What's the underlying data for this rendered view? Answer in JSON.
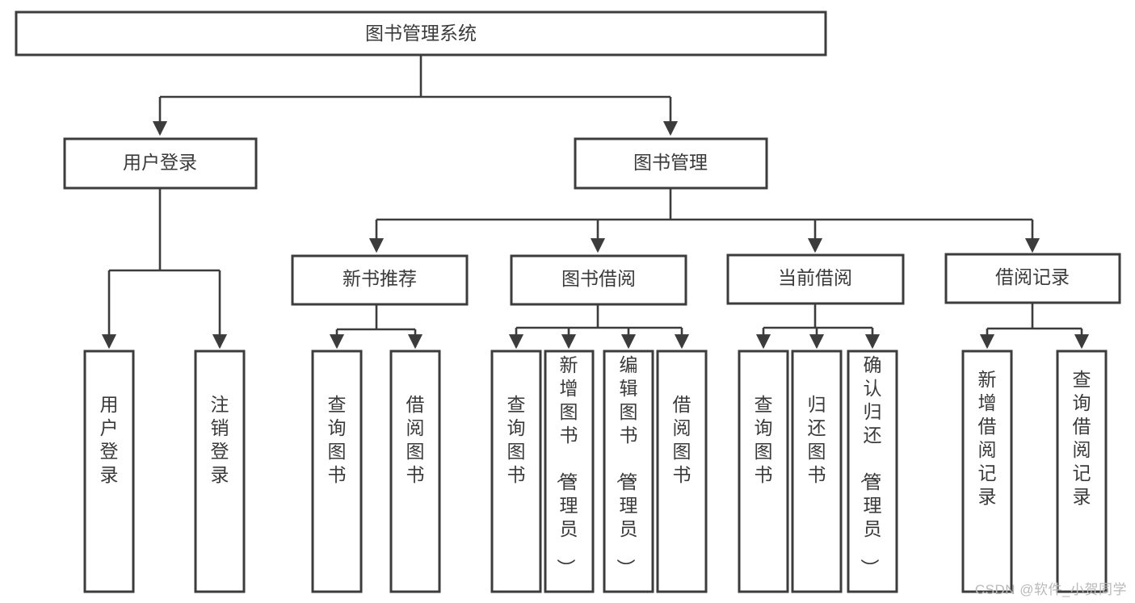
{
  "diagram": {
    "type": "tree",
    "orientation": "top-down",
    "title": "图书管理系统",
    "colors": {
      "box_stroke": "#3c3c3c",
      "box_fill": "#ffffff",
      "text": "#3a3a3a",
      "edge": "#3c3c3c",
      "background": "#ffffff",
      "watermark": "#b9b9b9"
    },
    "root": {
      "label": "图书管理系统"
    },
    "level2": [
      {
        "label": "用户登录"
      },
      {
        "label": "图书管理"
      }
    ],
    "level3": [
      {
        "label": "新书推荐"
      },
      {
        "label": "图书借阅"
      },
      {
        "label": "当前借阅"
      },
      {
        "label": "借阅记录"
      }
    ],
    "leaves": {
      "user_login": [
        {
          "label": "用户登录"
        },
        {
          "label": "注销登录"
        }
      ],
      "new_book_recommend": [
        {
          "label": "查询图书"
        },
        {
          "label": "借阅图书"
        }
      ],
      "book_borrow": [
        {
          "label": "查询图书"
        },
        {
          "label": "新增图书（管理员）"
        },
        {
          "label": "编辑图书（管理员）"
        },
        {
          "label": "借阅图书"
        }
      ],
      "current_borrow": [
        {
          "label": "查询图书"
        },
        {
          "label": "归还图书"
        },
        {
          "label": "确认归还（管理员）"
        }
      ],
      "borrow_record": [
        {
          "label": "新增借阅记录"
        },
        {
          "label": "查询借阅记录"
        }
      ]
    }
  },
  "watermark": {
    "text": "CSDN @软件_小贺同学"
  }
}
